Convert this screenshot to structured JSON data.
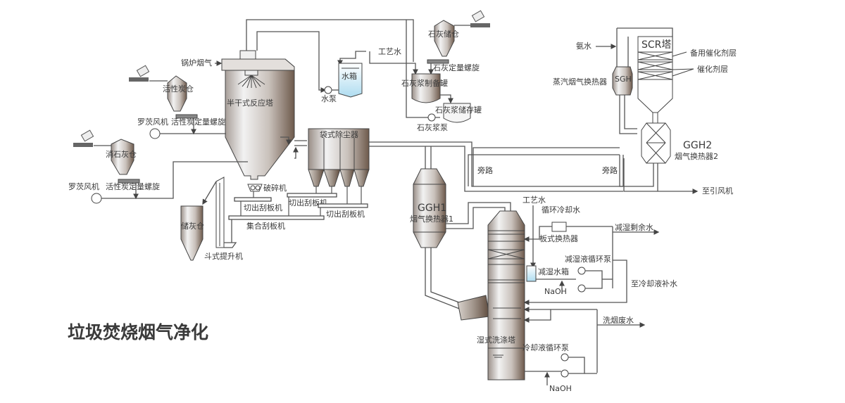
{
  "title": "垃圾焚烧烟气净化",
  "colors": {
    "vessel_light": "#eeeeee",
    "vessel_dark": "#6e5a4c",
    "water": "#bfe3f3",
    "line": "#555555",
    "text": "#3a3a3a"
  },
  "labels": {
    "boiler_flue_gas": "锅炉烟气",
    "reactor": "半干式反应塔",
    "activated_carbon_silo": "活性炭仓",
    "roots_blower_1": "罗茨风机",
    "carbon_screw_1": "活性炭定量螺旋",
    "slaked_lime_silo": "消石灰仓",
    "roots_blower_2": "罗茨风机",
    "carbon_screw_2": "活性炭定量螺旋",
    "crusher": "破碎机",
    "scraper_out_1": "切出刮板机",
    "scraper_out_2": "切出刮板机",
    "scraper_out_3": "切出刮板机",
    "collect_scraper": "集合刮板机",
    "ash_silo": "储灰仓",
    "bucket_elevator": "斗式提升机",
    "bag_filter": "袋式除尘器",
    "water_tank": "水箱",
    "water_pump": "水泵",
    "process_water_1": "工艺水",
    "lime_silo": "石灰储仓",
    "lime_screw": "石灰定量螺旋",
    "lime_slurry_prep": "石灰浆制备罐",
    "lime_slurry_storage": "石灰浆储存罐",
    "lime_slurry_pump": "石灰浆泵",
    "bypass_1": "旁路",
    "ggh1": "GGH1",
    "ggh1_sub": "烟气换热器1",
    "ammonia_water": "氨水",
    "sgh": "SGH",
    "sgh_sub": "蒸汽烟气换热器",
    "scr": "SCR塔",
    "spare_catalyst": "备用催化剂层",
    "catalyst": "催化剂层",
    "ggh2": "GGH2",
    "ggh2_sub": "烟气换热器2",
    "bypass_2": "旁路",
    "to_id_fan": "至引风机",
    "process_water_2": "工艺水",
    "cooling_water": "循环冷却水",
    "plate_hx": "板式换热器",
    "dehumid_surplus": "减湿剩余水",
    "dehumid_pump": "减湿液循环泵",
    "dehumid_tank": "减湿水箱",
    "to_coolant_makeup": "至冷却液补水",
    "naoh_1": "NaOH",
    "wash_wastewater": "洗烟废水",
    "wet_scrubber": "湿式洗涤塔",
    "coolant_pump": "冷却液循环泵",
    "naoh_2": "NaOH"
  }
}
